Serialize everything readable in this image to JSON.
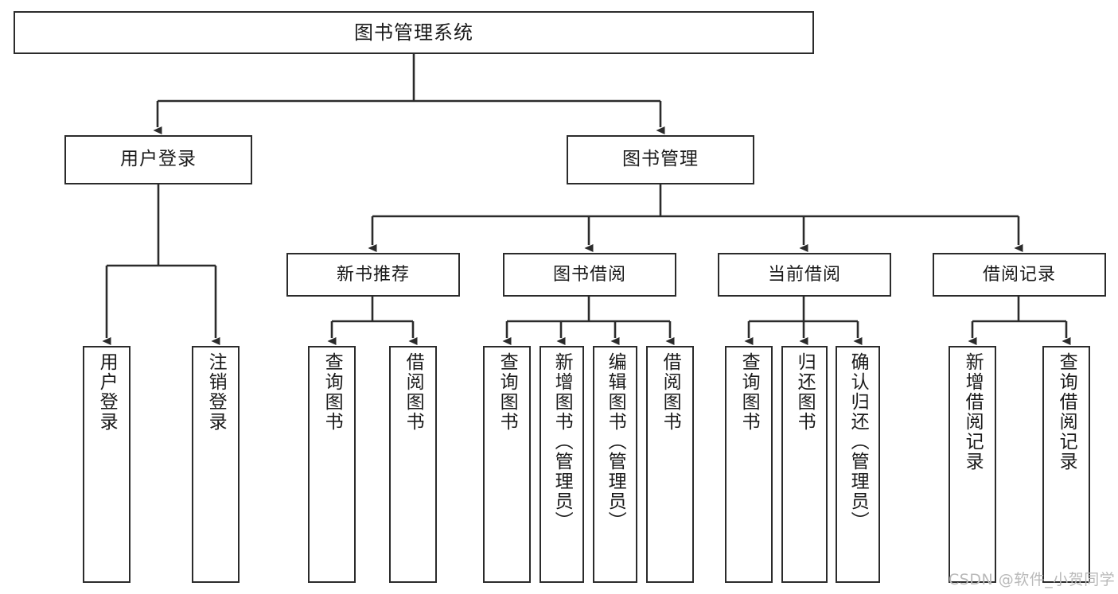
{
  "diagram": {
    "title": "图书管理系统",
    "type": "tree-hierarchy-functional-structure",
    "colors": {
      "box_border": "#2b2b2b",
      "box_fill": "#ffffff",
      "edge": "#2b2b2b",
      "text": "#1a1a1a",
      "watermark": "#b9b9b9",
      "background": "#ffffff"
    },
    "levels": {
      "level0_label": "图书管理系统",
      "level1_labels": [
        "用户登录",
        "图书管理"
      ],
      "level2_labels": [
        "新书推荐",
        "图书借阅",
        "当前借阅",
        "借阅记录"
      ]
    },
    "nodes": {
      "root": {
        "label": "图书管理系统"
      },
      "user_login": {
        "label": "用户登录"
      },
      "book_manage": {
        "label": "图书管理"
      },
      "new_book_rec": {
        "label": "新书推荐"
      },
      "book_borrow": {
        "label": "图书借阅"
      },
      "current_borrow": {
        "label": "当前借阅"
      },
      "borrow_record": {
        "label": "借阅记录"
      }
    },
    "leaves": {
      "user_login": [
        {
          "label": "用户登录"
        },
        {
          "label": "注销登录"
        }
      ],
      "new_book_rec": [
        {
          "label": "查询图书"
        },
        {
          "label": "借阅图书"
        }
      ],
      "book_borrow": [
        {
          "label": "查询图书"
        },
        {
          "label": "新增图书（管理员）"
        },
        {
          "label": "编辑图书（管理员）"
        },
        {
          "label": "借阅图书"
        }
      ],
      "current_borrow": [
        {
          "label": "查询图书"
        },
        {
          "label": "归还图书"
        },
        {
          "label": "确认归还（管理员）"
        }
      ],
      "borrow_record": [
        {
          "label": "新增借阅记录"
        },
        {
          "label": "查询借阅记录"
        }
      ]
    },
    "watermark": "CSDN @软件_小贺同学"
  }
}
